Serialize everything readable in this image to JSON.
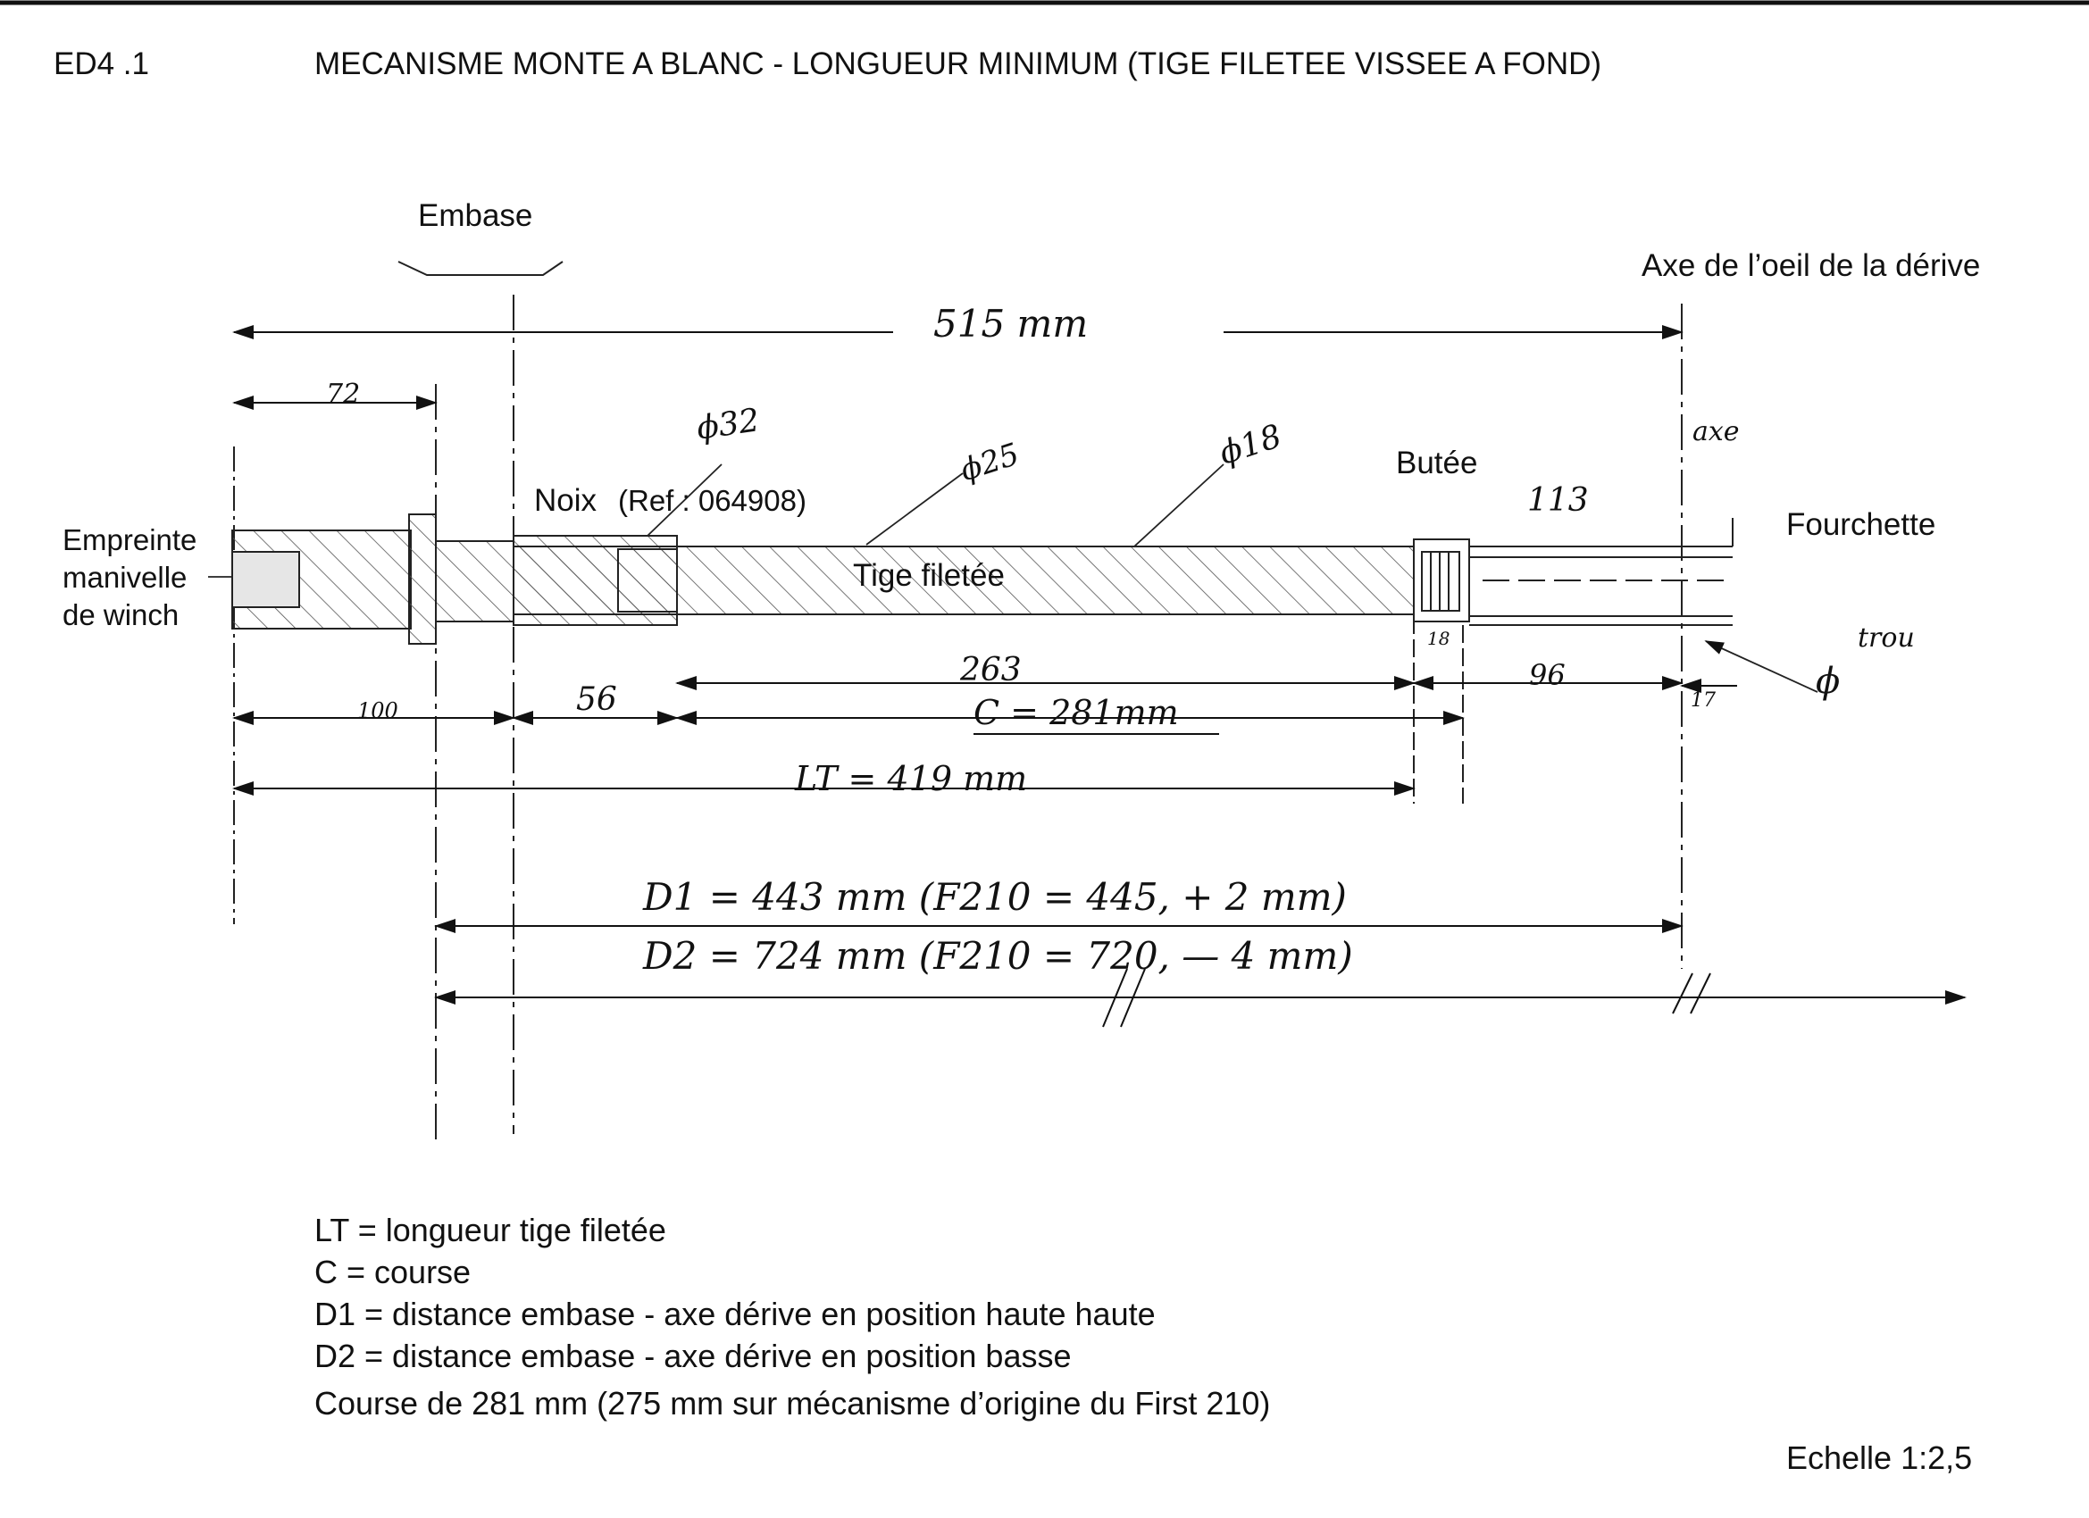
{
  "header": {
    "ref": "ED4 .1",
    "title": "MECANISME MONTE A BLANC - LONGUEUR MINIMUM (TIGE FILETEE VISSEE A FOND)"
  },
  "labels": {
    "embase": "Embase",
    "axe_oeil": "Axe de l’oeil de la dérive",
    "noix": "Noix",
    "noix_ref": "(Ref : 064908)",
    "butee": "Butée",
    "fourchette": "Fourchette",
    "empreinte_1": "Empreinte",
    "empreinte_2": "manivelle",
    "empreinte_3": "de winch",
    "tige": "Tige filetée"
  },
  "annotations": {
    "d515": "515 mm",
    "d72": "72",
    "phi32": "ϕ32",
    "phi25": "ϕ25",
    "phi18": "ϕ18",
    "axe": "axe",
    "d113": "113",
    "trou": "trou",
    "phi_trou": "ϕ",
    "d18": "18",
    "d263": "263",
    "d96": "96",
    "d17": "17",
    "d100": "100",
    "d56": "56",
    "course": "C = 281mm",
    "lt": "LT = 419 mm",
    "d1": "D1 = 443 mm (F210 = 445, + 2 mm)",
    "d2": "D2 = 724 mm (F210 = 720, — 4 mm)"
  },
  "legend": [
    "LT = longueur tige filetée",
    "C  = course",
    "D1 = distance embase - axe dérive en position haute haute",
    "D2 = distance embase - axe dérive en position basse",
    "Course de 281 mm (275 mm sur mécanisme d’origine du First 210)"
  ],
  "scale": "Echelle 1:2,5"
}
